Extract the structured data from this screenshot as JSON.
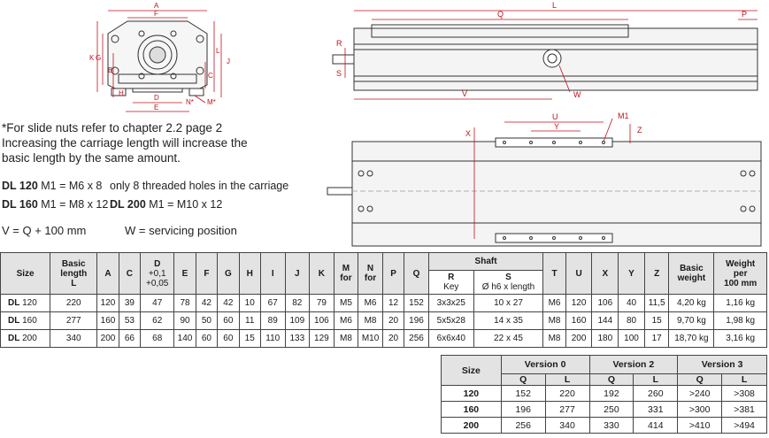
{
  "notes": {
    "line1": "*For slide nuts refer to chapter 2.2 page 2",
    "line2": "Increasing the carriage length will increase the",
    "line3": "basic length by the same amount."
  },
  "specs": {
    "dl120_name": "DL 120",
    "dl120_value": "M1 = M6 x 8",
    "dl120_note": "only 8 threaded holes in the carriage",
    "dl160_name": "DL 160",
    "dl160_value": "M1 = M8 x 12",
    "dl200_name": "DL 200",
    "dl200_value": "M1 = M10 x 12",
    "formula": "V = Q + 100 mm",
    "servicing": "W = servicing position"
  },
  "drawing_labels": {
    "end_view": [
      "A",
      "F",
      "K",
      "G",
      "B",
      "H",
      "J",
      "L",
      "C",
      "D",
      "E",
      "N*",
      "M*"
    ],
    "side_view": [
      "L",
      "Q",
      "P",
      "R",
      "S",
      "V",
      "W"
    ],
    "top_view": [
      "U",
      "M1",
      "Y",
      "Z",
      "X"
    ]
  },
  "table1": {
    "headers": {
      "size": "Size",
      "basic_length_1": "Basic",
      "basic_length_2": "length",
      "basic_length_3": "L",
      "a": "A",
      "c": "C",
      "d1": "D",
      "d2": "+0,1",
      "d3": "+0,05",
      "e": "E",
      "f": "F",
      "g": "G",
      "h": "H",
      "i": "I",
      "j": "J",
      "k": "K",
      "m1": "M",
      "m2": "for",
      "n1": "N",
      "n2": "for",
      "p": "P",
      "q": "Q",
      "shaft": "Shaft",
      "r": "R",
      "r_sub": "Key",
      "s": "S",
      "s_sub": "Ø h6 x length",
      "t": "T",
      "u": "U",
      "x": "X",
      "y": "Y",
      "z": "Z",
      "bw1": "Basic",
      "bw2": "weight",
      "wpm1": "Weight",
      "wpm2": "per",
      "wpm3": "100 mm"
    },
    "rows": [
      {
        "dl": "DL",
        "size": "120",
        "L": "220",
        "A": "120",
        "C": "39",
        "D": "47",
        "E": "78",
        "F": "42",
        "G": "42",
        "H": "10",
        "I": "67",
        "J": "82",
        "K": "79",
        "M": "M5",
        "N": "M6",
        "P": "12",
        "Q": "152",
        "R": "3x3x25",
        "S": "10 x 27",
        "T": "M6",
        "U": "120",
        "X": "106",
        "Y": "40",
        "Z": "11,5",
        "bw": "4,20 kg",
        "wpm": "1,16 kg"
      },
      {
        "dl": "DL",
        "size": "160",
        "L": "277",
        "A": "160",
        "C": "53",
        "D": "62",
        "E": "90",
        "F": "50",
        "G": "60",
        "H": "11",
        "I": "89",
        "J": "109",
        "K": "106",
        "M": "M6",
        "N": "M8",
        "P": "20",
        "Q": "196",
        "R": "5x5x28",
        "S": "14 x 35",
        "T": "M8",
        "U": "160",
        "X": "144",
        "Y": "80",
        "Z": "15",
        "bw": "9,70 kg",
        "wpm": "1,98 kg"
      },
      {
        "dl": "DL",
        "size": "200",
        "L": "340",
        "A": "200",
        "C": "66",
        "D": "68",
        "E": "140",
        "F": "60",
        "G": "60",
        "H": "15",
        "I": "110",
        "J": "133",
        "K": "129",
        "M": "M8",
        "N": "M10",
        "P": "20",
        "Q": "256",
        "R": "6x6x40",
        "S": "22 x 45",
        "T": "M8",
        "U": "200",
        "X": "180",
        "Y": "100",
        "Z": "17",
        "bw": "18,70 kg",
        "wpm": "3,16 kg"
      }
    ]
  },
  "table2": {
    "size": "Size",
    "v0": "Version 0",
    "v2": "Version 2",
    "v3": "Version 3",
    "q": "Q",
    "l": "L",
    "rows": [
      {
        "size": "120",
        "q0": "152",
        "l0": "220",
        "q2": "192",
        "l2": "260",
        "q3": ">240",
        "l3": ">308"
      },
      {
        "size": "160",
        "q0": "196",
        "l0": "277",
        "q2": "250",
        "l2": "331",
        "q3": ">300",
        "l3": ">381"
      },
      {
        "size": "200",
        "q0": "256",
        "l0": "340",
        "q2": "330",
        "l2": "414",
        "q3": ">410",
        "l3": ">494"
      }
    ]
  }
}
